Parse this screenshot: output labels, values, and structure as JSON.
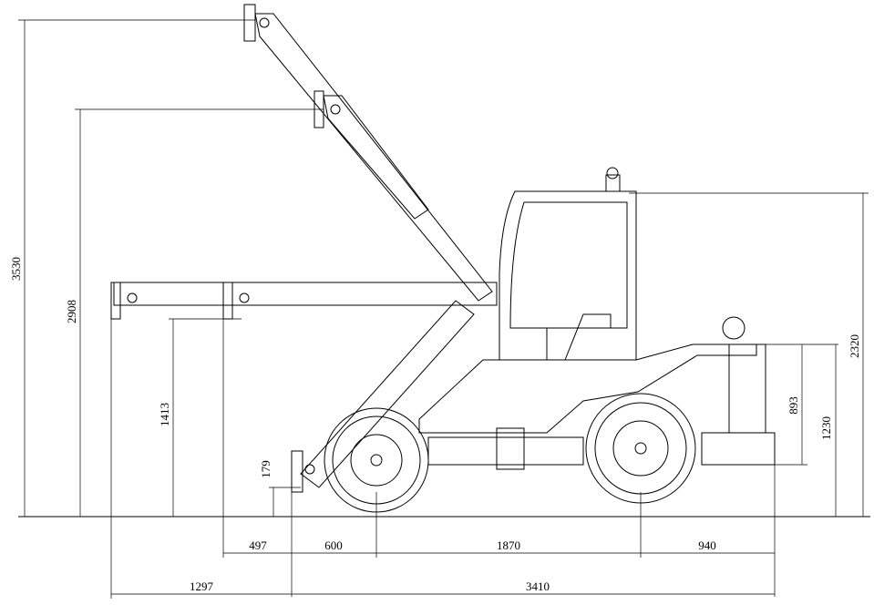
{
  "drawing": {
    "vertical_dimensions": {
      "max_lift_height": "3530",
      "mid_lift_height": "2908",
      "horizontal_boom_height": "1413",
      "fork_below_ground": "179",
      "rear_counterweight_height": "893",
      "rear_body_height": "1230",
      "cab_height": "2320"
    },
    "horizontal_dimensions": {
      "retracted_reach": "497",
      "front_overhang": "600",
      "wheelbase": "1870",
      "rear_overhang": "940",
      "extended_reach": "1297",
      "overall_length": "3410"
    }
  }
}
